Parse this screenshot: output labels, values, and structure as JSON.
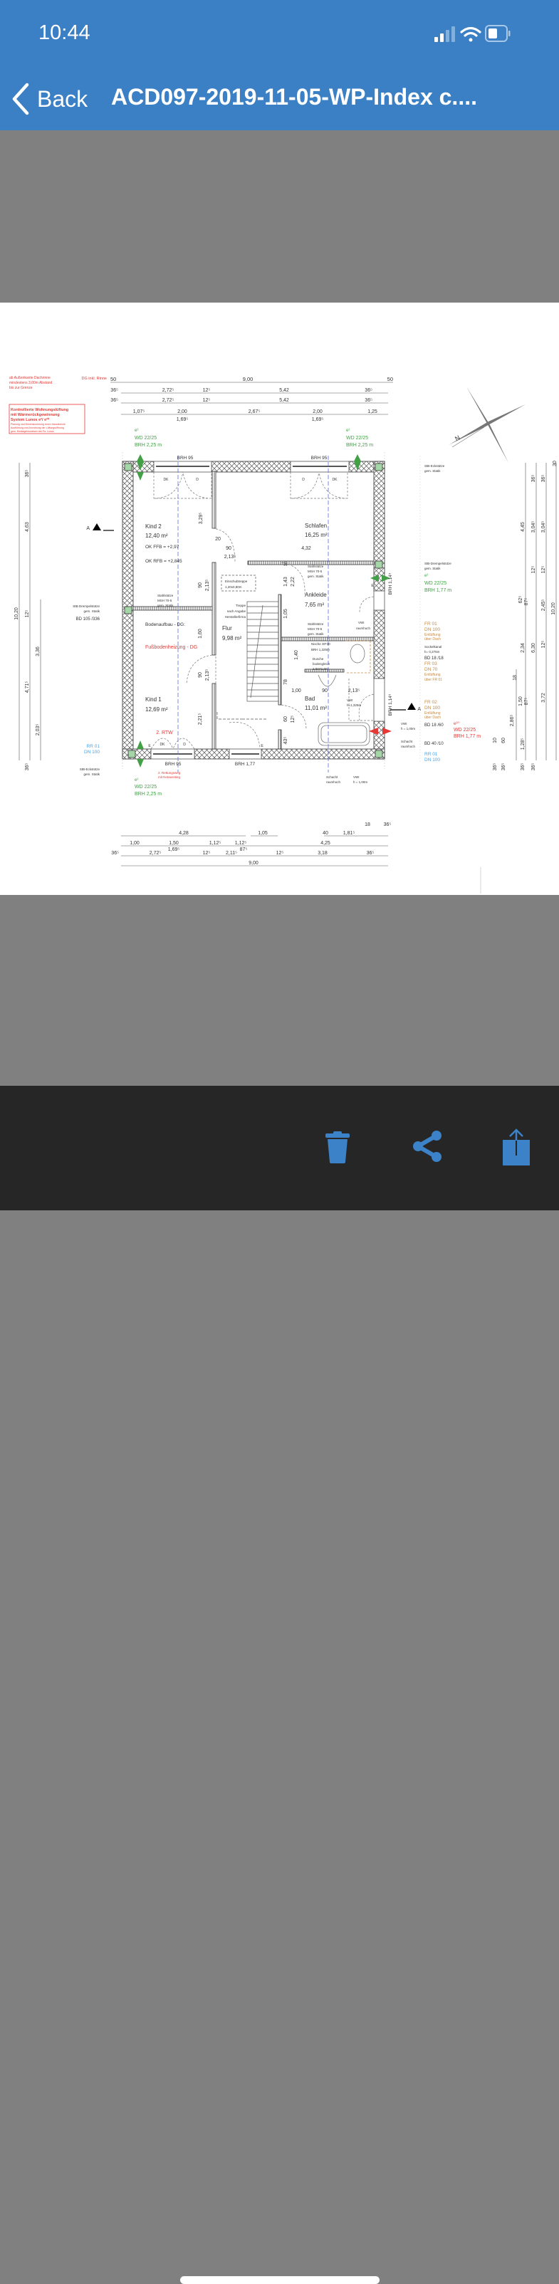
{
  "status": {
    "time": "10:44"
  },
  "nav": {
    "back_label": "Back",
    "title": "ACD097-2019-11-05-WP-Index c...."
  },
  "colors": {
    "header": "#3b7fc4",
    "toolbar": "#262626",
    "icon": "#3b82c8",
    "viewer_bg": "#808080"
  },
  "plan": {
    "notes_red": [
      "ab Außenkante Dachrinne",
      "mindestens 3,00m Abstand",
      "bis zur Grenze",
      "DG inkl. Rinne",
      "2. RTW",
      "2. Rettungsweg",
      "mit Notausstieg",
      "Fußbodenheizung - DG"
    ],
    "lunos_box": [
      "Kontrollierte Wohnungslüftung",
      "mit Wärmerückgewinnung",
      "System Lunos e²/ e²⁰",
      "Planung und Dimensionierung durch Haustechnik",
      "Ausführung und Anordnung der Lüftungsöffnung",
      "gem. Montagehinweisen der Fa. Lunos"
    ],
    "windows_green": [
      "e²",
      "WD 22/25",
      "BRH 2,25 m",
      "e²",
      "WD 22/25",
      "BRH 2,25 m",
      "e²",
      "WD 22/25",
      "BRH 1,77 m",
      "e²",
      "WD 22/25",
      "BRH 2,25 m"
    ],
    "window_red": [
      "e²⁰",
      "WD 22/25",
      "BRH 1,77 m"
    ],
    "brh": [
      "BRH 95",
      "BRH 95",
      "BRH 95",
      "BRH 1,77",
      "BRH 1,14⁵",
      "BRH 1,14⁵"
    ],
    "rooms": [
      "Kind 2",
      "12,40 m²",
      "Schlafen",
      "16,25 m²",
      "Ankleide",
      "7,65 m²",
      "Flur",
      "9,98 m²",
      "Bad",
      "11,01 m²",
      "Kind 1",
      "12,69 m²"
    ],
    "levels": [
      "OK FFB = +2,97",
      "OK RFB = +2,845",
      "Bodenaufbau - DG:"
    ],
    "annotations": [
      "Einschubtreppe",
      "1,20x0,80m",
      "Stahlstütze",
      "MSH 70-5",
      "gem. Statik",
      "Treppe",
      "nach Angabe",
      "Herstellerfirma",
      "Stahlstütze",
      "MSH 70-5",
      "gem. Statik",
      "Stahlstütze",
      "MSH 70-5",
      "gem. Statik",
      "VWI",
      "raumhoch",
      "Nische 30*30",
      "BRH 1,325m",
      "Dusche",
      "bodengleich",
      "1,0m*1,0m",
      "VWI",
      "h=1,325m",
      "DK",
      "D",
      "D",
      "DK",
      "DK",
      "D",
      "E",
      "E",
      "E"
    ],
    "side_labels": [
      "StB-Eckstütze",
      "gem. Statik",
      "StB-Drempelstütze",
      "gem. Statik",
      "Sockelkanal",
      "h= 0,275m",
      "BD 18 /18",
      "BD 18 /60",
      "BD 40 /10",
      "VWI",
      "h = 1,00m",
      "Schacht",
      "raumhoch",
      "StB-Drempelstütze",
      "gem. Statik",
      "BD 105 /336",
      "StB-Eckstütze",
      "gem. Statik",
      "Schacht",
      "raumhoch",
      "VWI",
      "h = 1,00m",
      "A",
      "A"
    ],
    "drains_orange": [
      "FR 01",
      "DN 100",
      "Entlüftung",
      "über Dach",
      "FR 03",
      "DN 70",
      "Entlüftung",
      "über FR 01",
      "FR 02",
      "DN 100",
      "Entlüftung",
      "über Dach"
    ],
    "drains_blue": [
      "RR 01",
      "DN 100",
      "RR 01",
      "DN 100"
    ],
    "dims_top": [
      "50",
      "9,00",
      "50",
      "36⁵",
      "2,72⁵",
      "12⁵",
      "5,42",
      "36⁵",
      "36⁵",
      "2,72⁵",
      "12⁵",
      "5,42",
      "36⁵",
      "1,07⁵",
      "2,00",
      "1,69⁵",
      "2,67⁵",
      "2,00",
      "1,69⁵",
      "1,25"
    ],
    "dims_inner": [
      "3,29⁵",
      "20",
      "90",
      "2,13⁵",
      "4,32",
      "1,60",
      "2,21⁵",
      "90",
      "2,13⁵",
      "90",
      "2,13⁵",
      "1,43",
      "2,22",
      "1,05",
      "78",
      "1,40",
      "1,00",
      "90",
      "2,13⁵",
      "60",
      "12⁵",
      "43⁵",
      "10"
    ],
    "dims_left": [
      "36⁵",
      "4,63",
      "10,20",
      "12⁵",
      "4,71⁵",
      "3,36",
      "2,03⁵",
      "36⁵"
    ],
    "dims_right": [
      "4,45",
      "36⁵",
      "3,04⁵",
      "36⁵",
      "3,04⁵",
      "12⁵",
      "12⁵",
      "62⁵",
      "87⁵",
      "2,45⁵",
      "10,20",
      "2,34",
      "6,30",
      "12⁵",
      "18",
      "1,50",
      "87⁵",
      "3,72",
      "2,86⁵",
      "10",
      "60",
      "1,28⁵",
      "36⁵",
      "36⁵",
      "36⁵",
      "36⁵",
      "30"
    ],
    "dims_bottom": [
      "4,28",
      "1,05",
      "18",
      "36⁵",
      "40",
      "1,81⁵",
      "1,00",
      "1,50",
      "1,69⁵",
      "1,12⁵",
      "1,12⁵",
      "87⁵",
      "4,25",
      "36⁵",
      "2,72⁵",
      "12⁵",
      "2,11⁵",
      "12⁵",
      "3,18",
      "36⁵",
      "9,00"
    ],
    "compass": [
      "N"
    ]
  },
  "toolbar": {
    "icons": [
      "trash-icon",
      "share-icon",
      "export-icon"
    ]
  }
}
